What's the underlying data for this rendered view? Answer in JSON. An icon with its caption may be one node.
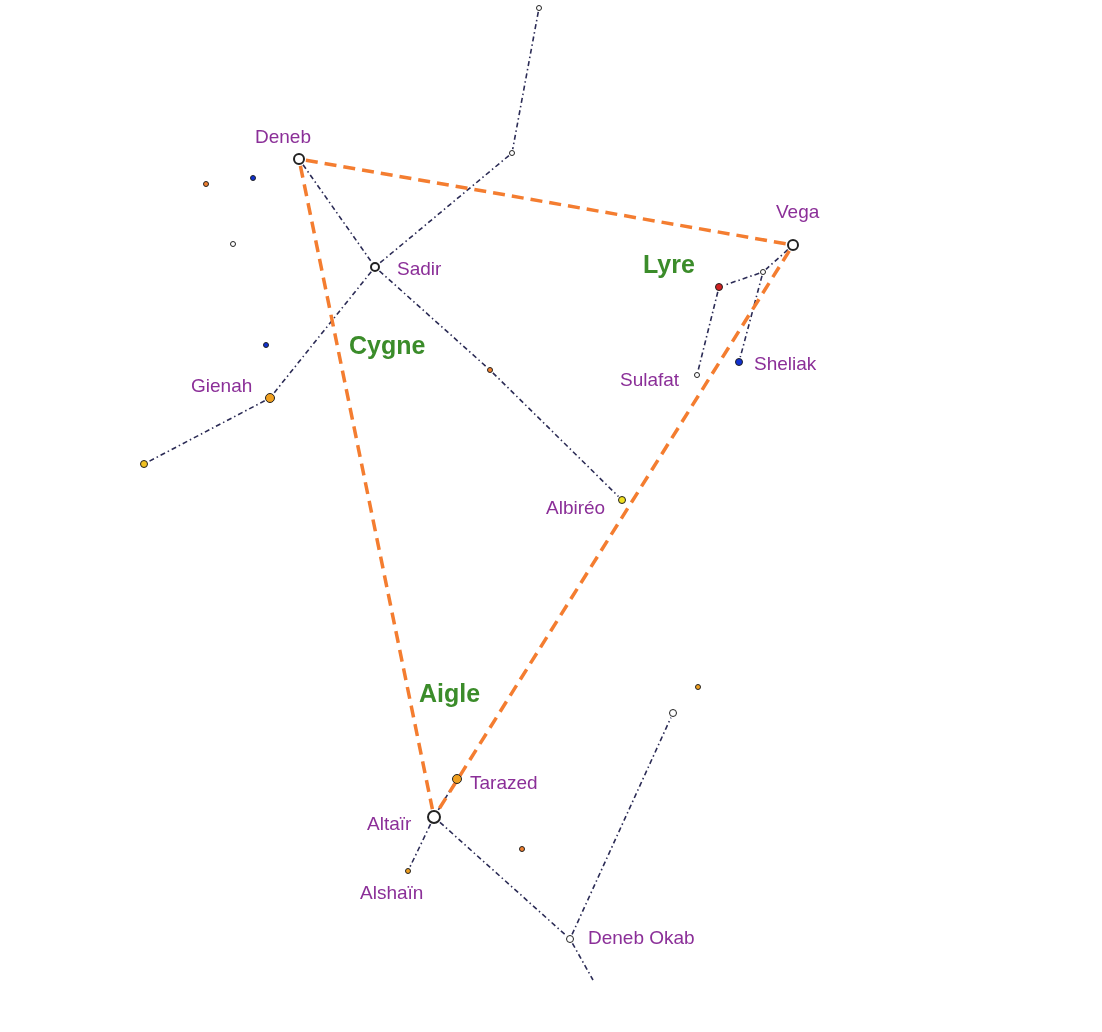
{
  "diagram": {
    "nodes": [
      {
        "text": [],
        "shape": "circle",
        "beside": [
          "Deneb"
        ]
      },
      {
        "text": [],
        "shape": "circle",
        "beside": [
          "Sadir"
        ]
      },
      {
        "text": [],
        "shape": "circle",
        "beside": [
          "Gienah"
        ]
      },
      {
        "text": [],
        "shape": "circle"
      },
      {
        "text": [],
        "shape": "circle"
      },
      {
        "text": [],
        "shape": "circle"
      },
      {
        "text": [],
        "shape": "circle"
      },
      {
        "text": [],
        "shape": "circle",
        "beside": [
          "Albiréo"
        ]
      },
      {
        "text": [],
        "shape": "circle",
        "beside": [
          "Vega"
        ]
      },
      {
        "text": [],
        "shape": "circle"
      },
      {
        "text": [],
        "shape": "circle"
      },
      {
        "text": [],
        "shape": "circle",
        "beside": [
          "Sulafat"
        ]
      },
      {
        "text": [],
        "shape": "circle",
        "beside": [
          "Sheliak"
        ]
      },
      {
        "text": [],
        "shape": "circle",
        "beside": [
          "Tarazed"
        ]
      },
      {
        "text": [],
        "shape": "circle",
        "beside": [
          "Altaïr"
        ]
      },
      {
        "text": [],
        "shape": "circle",
        "beside": [
          "Alshaïn"
        ]
      },
      {
        "text": [],
        "shape": "circle",
        "beside": [
          "Deneb Okab"
        ]
      },
      {
        "text": [],
        "shape": "circle"
      },
      {
        "text": [],
        "shape": "circle"
      },
      {
        "text": [],
        "shape": "circle"
      },
      {
        "text": [],
        "shape": "circle"
      },
      {
        "text": [],
        "shape": "circle"
      },
      {
        "text": [],
        "shape": "circle"
      },
      {
        "text": [],
        "shape": "circle"
      }
    ],
    "edges": [
      {
        "from": 5,
        "to": 4,
        "arrow": "none"
      },
      {
        "from": 4,
        "to": 1,
        "arrow": "none"
      },
      {
        "from": 1,
        "to": 2,
        "arrow": "none"
      },
      {
        "from": 2,
        "to": 3,
        "arrow": "none"
      },
      {
        "from": 0,
        "to": 1,
        "arrow": "none"
      },
      {
        "from": 1,
        "to": 6,
        "arrow": "none"
      },
      {
        "from": 6,
        "to": 7,
        "arrow": "none"
      },
      {
        "from": 8,
        "to": 9,
        "arrow": "none"
      },
      {
        "from": 9,
        "to": 10,
        "arrow": "none"
      },
      {
        "from": 10,
        "to": 11,
        "arrow": "none"
      },
      {
        "from": 9,
        "to": 12,
        "arrow": "none"
      },
      {
        "from": 13,
        "to": 14,
        "arrow": "none"
      },
      {
        "from": 14,
        "to": 15,
        "arrow": "none"
      },
      {
        "from": 14,
        "to": 16,
        "arrow": "none"
      },
      {
        "from": 16,
        "to": 17,
        "arrow": "none"
      },
      {
        "from": 16,
        "to": null,
        "arrow": "none"
      },
      {
        "from": 0,
        "to": 8,
        "arrow": "none",
        "style": "dashed",
        "color": "#f47d30"
      },
      {
        "from": 0,
        "to": 14,
        "arrow": "none",
        "style": "dashed",
        "color": "#f47d30"
      },
      {
        "from": 8,
        "to": 14,
        "arrow": "none",
        "style": "dashed",
        "color": "#f47d30"
      }
    ],
    "labels": [
      "Cygne",
      "Lyre",
      "Aigle"
    ]
  }
}
